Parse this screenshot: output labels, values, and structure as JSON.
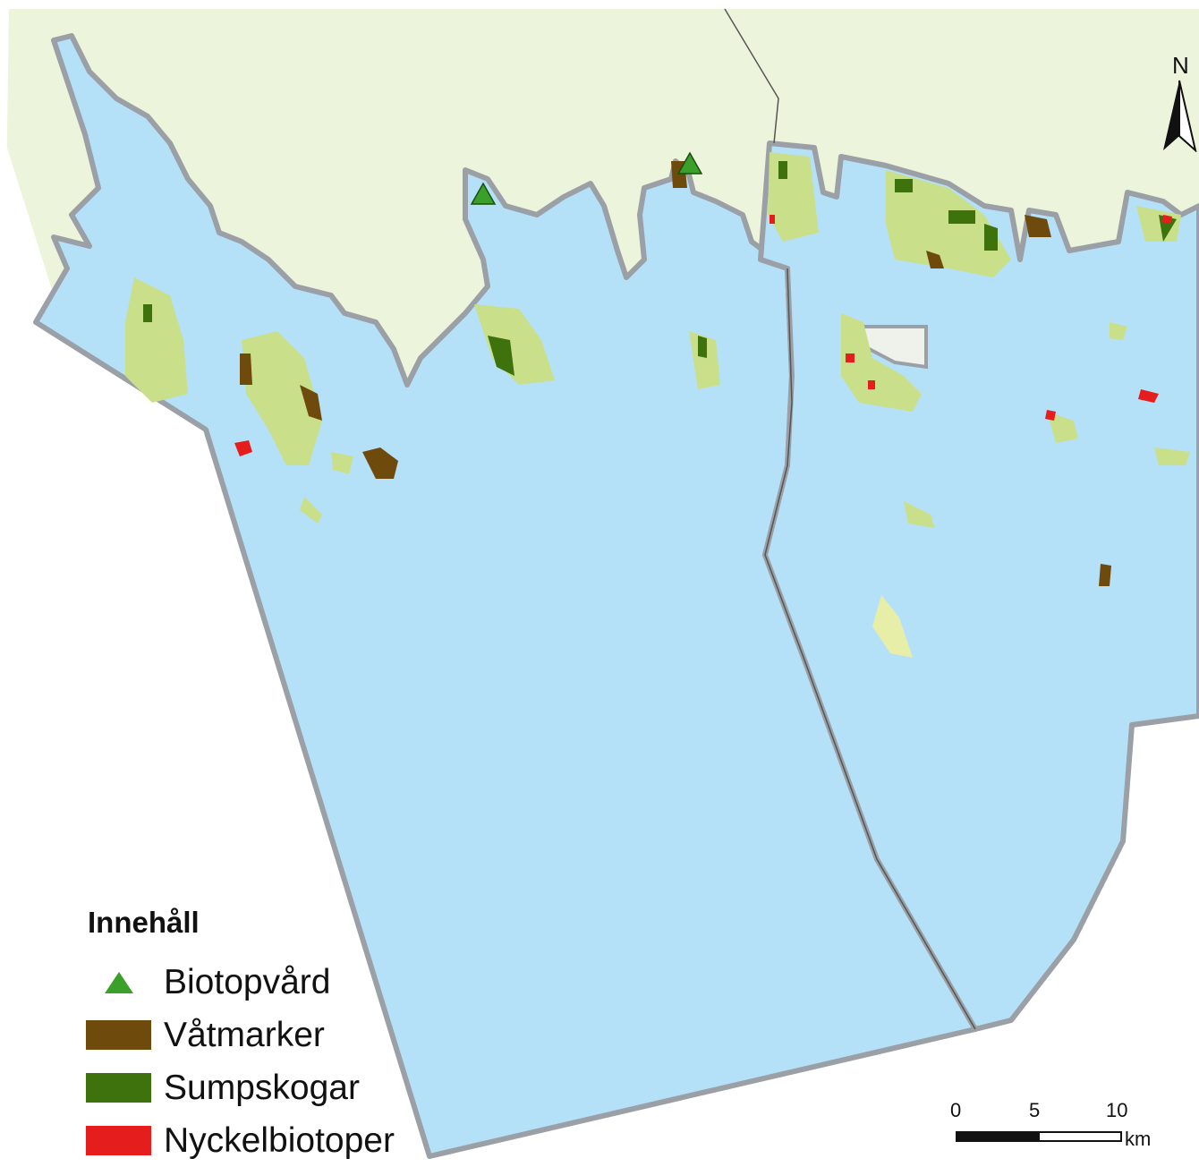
{
  "legend": {
    "title": "Innehåll",
    "items": [
      {
        "label": "Biotopvård",
        "color": "#3aa02a",
        "shape": "triangle"
      },
      {
        "label": "Våtmarker",
        "color": "#6e4a0c",
        "shape": "box"
      },
      {
        "label": "Sumpskogar",
        "color": "#3d720c",
        "shape": "box"
      },
      {
        "label": "Nyckelbiotoper",
        "color": "#e51d1d",
        "shape": "box"
      }
    ]
  },
  "north_arrow": {
    "letter": "N"
  },
  "scale": {
    "ticks": [
      "0",
      "5",
      "10"
    ],
    "unit": "km"
  },
  "colors": {
    "water": "#b5e1f8",
    "land": "#edf4dc",
    "island": "#c9df8a",
    "border": "#9aa0a6"
  }
}
